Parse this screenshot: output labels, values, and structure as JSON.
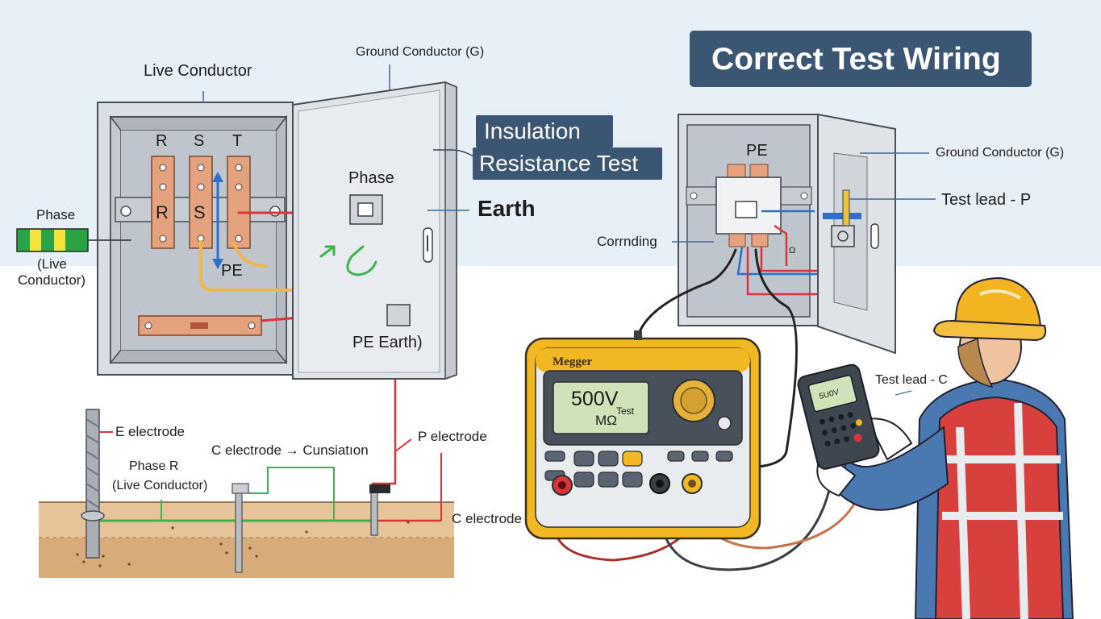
{
  "title": "Correct Test Wiring",
  "callout": {
    "line1": "Insulation",
    "line2": "Resistance Test"
  },
  "left_panel": {
    "live_conductor": "Live Conductor",
    "ground_conductor": "Ground Conductor (G)",
    "bus_labels": [
      "R",
      "S",
      "T"
    ],
    "bus_inner_labels": [
      "R",
      "S"
    ],
    "pe": "PE",
    "phase_door": "Phase",
    "earth": "Earth",
    "pe_earth": "PE Earth)",
    "phase_side": "Phase",
    "live_side_line1": "(Live",
    "live_side_line2": "Conductor)"
  },
  "ground_section": {
    "e_electrode": "E electrode",
    "c_electrode_consumption": "C electrode → Cunsiatıon",
    "p_electrode": "P electrode",
    "phase_r": "Phase R",
    "live_conductor": "(Live Conductor)",
    "c_electrode": "C electrode"
  },
  "right_panel": {
    "pe": "PE",
    "ground_conductor": "Ground Conductor (G)",
    "test_lead_p": "Test lead - P",
    "corrnding": "Corrnding",
    "omega": "Ω",
    "test_lead_c": "Test lead - C"
  },
  "meter": {
    "brand": "Megger",
    "voltage": "500V",
    "unit": "MΩ",
    "test": "Test"
  },
  "handheld": {
    "display": "5U0V"
  },
  "colors": {
    "banner": "#3b5673",
    "sky": "#e8f0f7",
    "cabinet": "#dde2e8",
    "copper": "#e0a07f",
    "wire_red": "#d9343a",
    "wire_yellow": "#f0b64a",
    "wire_green": "#3bb54a",
    "wire_blue": "#2f6ec9",
    "meter_body": "#f2b824",
    "helmet": "#f2b420",
    "vest": "#d8403e"
  },
  "icons": [
    "arrow-up-down-icon",
    "return-arrow-icon",
    "door-handle-icon"
  ]
}
